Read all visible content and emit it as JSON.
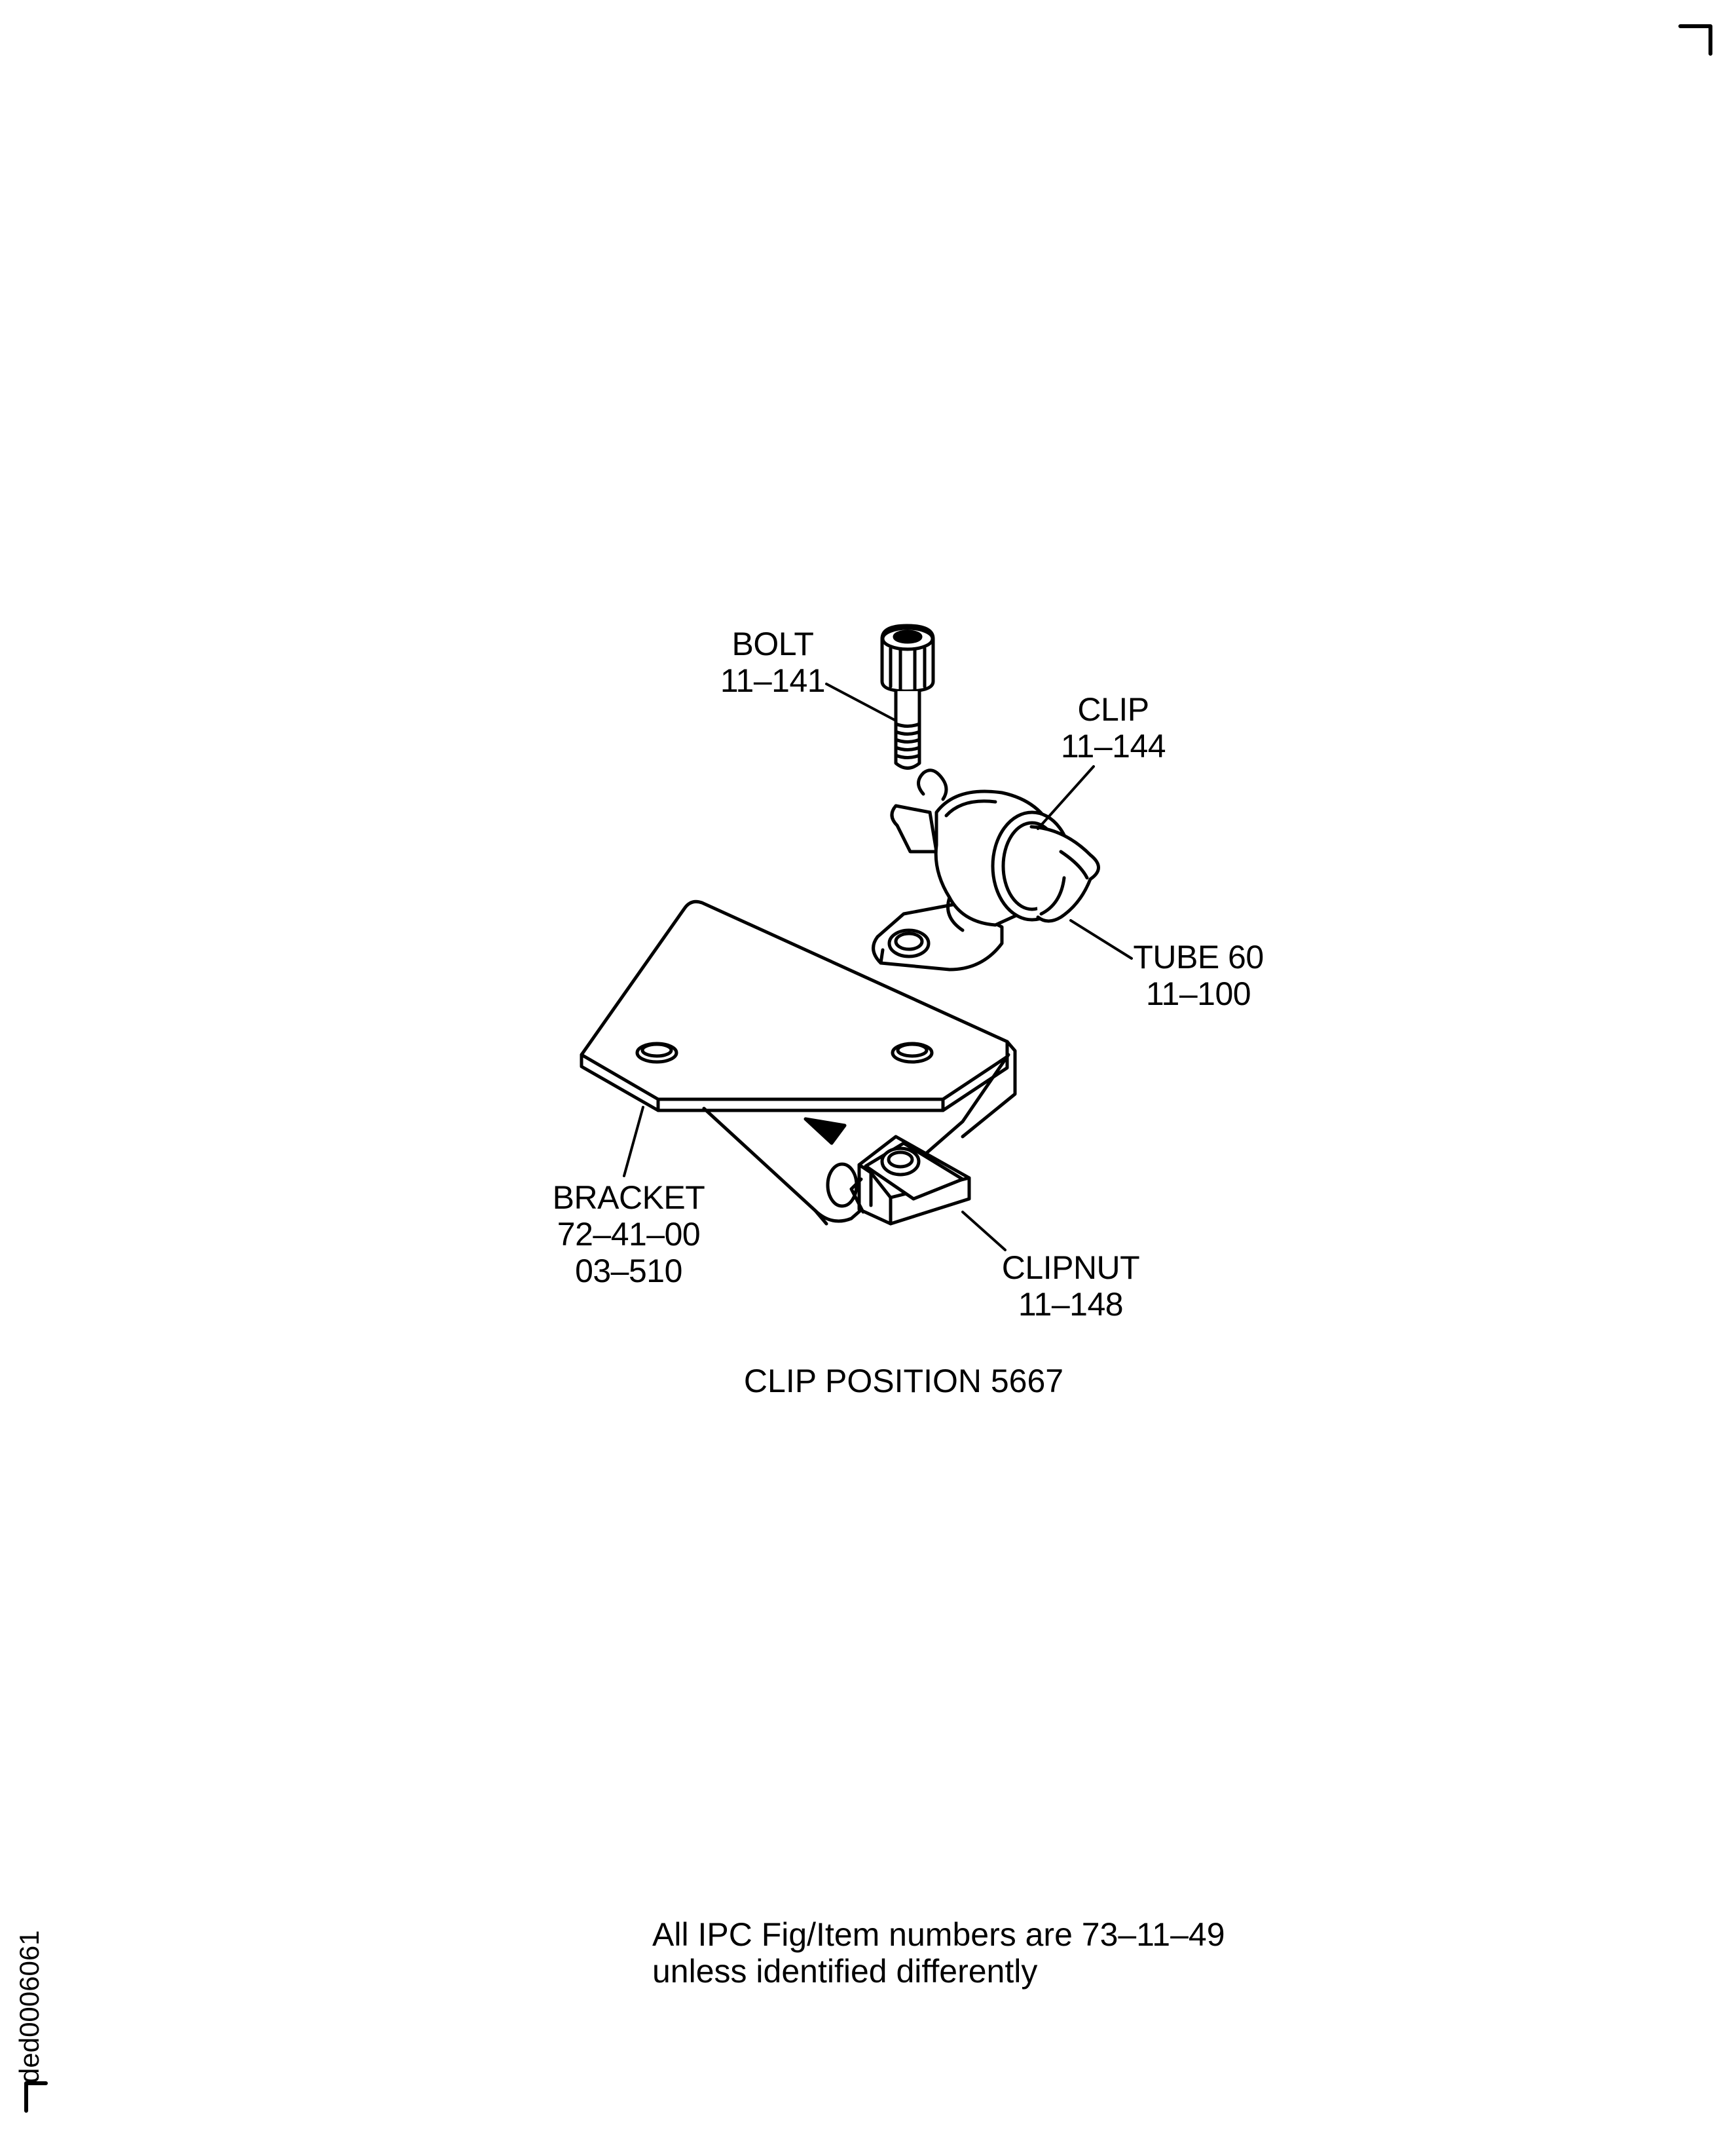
{
  "callouts": {
    "bolt": {
      "name": "BOLT",
      "ref": "11–141"
    },
    "clip": {
      "name": "CLIP",
      "ref": "11–144"
    },
    "tube": {
      "name": "TUBE 60",
      "ref": "11–100"
    },
    "bracket": {
      "name": "BRACKET",
      "ref": "72–41–00",
      "ref2": "03–510"
    },
    "clipnut": {
      "name": "CLIPNUT",
      "ref": "11–148"
    }
  },
  "view_caption": "CLIP POSITION 5667",
  "footnote": {
    "line1": "All IPC Fig/Item numbers are 73–11–49",
    "line2": "unless identified differently"
  },
  "drawing_id": "ded0006061"
}
